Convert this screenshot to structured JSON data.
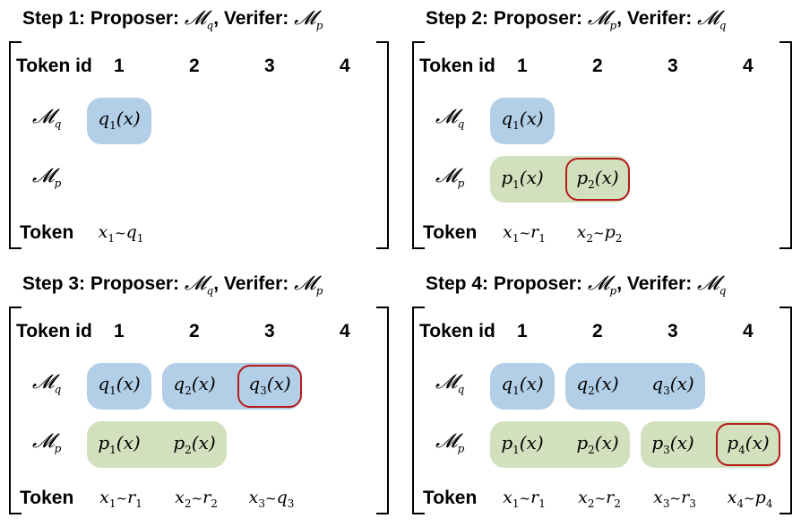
{
  "header": {
    "token_id": "Token id",
    "token": "Token",
    "ids": [
      "1",
      "2",
      "3",
      "4"
    ]
  },
  "models": {
    "q": "𝓜",
    "q_sub": "q",
    "p": "𝓜",
    "p_sub": "p"
  },
  "steps": [
    {
      "title_prefix": "Step 1: Proposer: ",
      "proposer": "𝓜",
      "proposer_sub": "q",
      "verifier_label": ", Verifer: ",
      "verifier": "𝓜",
      "verifier_sub": "p",
      "q_row": [
        {
          "v": "q",
          "s": "1",
          "tail": "(x)"
        }
      ],
      "p_row": [],
      "tokens": [
        {
          "a": "x",
          "as": "1",
          "op": "~",
          "b": "q",
          "bs": "1"
        }
      ]
    },
    {
      "title_prefix": "Step 2: Proposer: ",
      "proposer": "𝓜",
      "proposer_sub": "p",
      "verifier_label": ", Verifer: ",
      "verifier": "𝓜",
      "verifier_sub": "q",
      "q_row": [
        {
          "v": "q",
          "s": "1",
          "tail": "(x)"
        }
      ],
      "p_row": [
        {
          "v": "p",
          "s": "1",
          "tail": "(x)"
        },
        {
          "v": "p",
          "s": "2",
          "tail": "(x)"
        }
      ],
      "tokens": [
        {
          "a": "x",
          "as": "1",
          "op": "~",
          "b": "r",
          "bs": "1"
        },
        {
          "a": "x",
          "as": "2",
          "op": "~",
          "b": "p",
          "bs": "2"
        }
      ]
    },
    {
      "title_prefix": "Step 3: Proposer: ",
      "proposer": "𝓜",
      "proposer_sub": "q",
      "verifier_label": ", Verifer: ",
      "verifier": "𝓜",
      "verifier_sub": "p",
      "q_row": [
        {
          "v": "q",
          "s": "1",
          "tail": "(x)"
        },
        {
          "v": "q",
          "s": "2",
          "tail": "(x)"
        },
        {
          "v": "q",
          "s": "3",
          "tail": "(x)"
        }
      ],
      "p_row": [
        {
          "v": "p",
          "s": "1",
          "tail": "(x)"
        },
        {
          "v": "p",
          "s": "2",
          "tail": "(x)"
        }
      ],
      "tokens": [
        {
          "a": "x",
          "as": "1",
          "op": "~",
          "b": "r",
          "bs": "1"
        },
        {
          "a": "x",
          "as": "2",
          "op": "~",
          "b": "r",
          "bs": "2"
        },
        {
          "a": "x",
          "as": "3",
          "op": "~",
          "b": "q",
          "bs": "3"
        }
      ]
    },
    {
      "title_prefix": "Step 4: Proposer: ",
      "proposer": "𝓜",
      "proposer_sub": "p",
      "verifier_label": ", Verifer: ",
      "verifier": "𝓜",
      "verifier_sub": "q",
      "q_row": [
        {
          "v": "q",
          "s": "1",
          "tail": "(x)"
        },
        {
          "v": "q",
          "s": "2",
          "tail": "(x)"
        },
        {
          "v": "q",
          "s": "3",
          "tail": "(x)"
        }
      ],
      "p_row": [
        {
          "v": "p",
          "s": "1",
          "tail": "(x)"
        },
        {
          "v": "p",
          "s": "2",
          "tail": "(x)"
        },
        {
          "v": "p",
          "s": "3",
          "tail": "(x)"
        },
        {
          "v": "p",
          "s": "4",
          "tail": "(x)"
        }
      ],
      "tokens": [
        {
          "a": "x",
          "as": "1",
          "op": "~",
          "b": "r",
          "bs": "1"
        },
        {
          "a": "x",
          "as": "2",
          "op": "~",
          "b": "r",
          "bs": "2"
        },
        {
          "a": "x",
          "as": "3",
          "op": "~",
          "b": "r",
          "bs": "3"
        },
        {
          "a": "x",
          "as": "4",
          "op": "~",
          "b": "p",
          "bs": "4"
        }
      ]
    }
  ],
  "colors": {
    "q_fill": "#b3cfe8",
    "p_fill": "#d3e0bd",
    "highlight": "#b51c1c"
  }
}
